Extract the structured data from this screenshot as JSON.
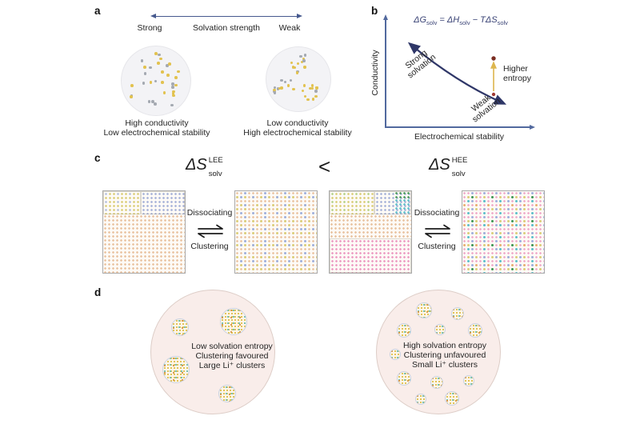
{
  "panels": {
    "a": {
      "label": "a",
      "scale": {
        "left": "Strong",
        "title": "Solvation strength",
        "right": "Weak"
      },
      "left_caption": {
        "line1": "High conductivity",
        "line2": "Low electrochemical stability"
      },
      "right_caption": {
        "line1": "Low conductivity",
        "line2": "High electrochemical stability"
      }
    },
    "b": {
      "label": "b",
      "equation": {
        "p1": "ΔG",
        "sub1": "solv",
        "p2": " = ",
        "p3": "ΔH",
        "sub2": "solv",
        "p4": " − ",
        "p5": "TΔS",
        "sub3": "solv"
      },
      "ylabel": "Conductivity",
      "xlabel": "Electrochemical stability",
      "strong_label": {
        "line1": "Strong",
        "line2": "solvation"
      },
      "weak_label": {
        "line1": "Weak",
        "line2": "solvation"
      },
      "entropy_label": {
        "line1": "Higher",
        "line2": "entropy"
      }
    },
    "c": {
      "label": "c",
      "lhs": {
        "base": "ΔS",
        "sup": "LEE",
        "sub": "solv"
      },
      "comparator": "<",
      "rhs": {
        "base": "ΔS",
        "sup": "HEE",
        "sub": "solv"
      },
      "process_left": {
        "top": "Dissociating",
        "bottom": "Clustering"
      },
      "process_right": {
        "top": "Dissociating",
        "bottom": "Clustering"
      }
    },
    "d": {
      "label": "d",
      "left_text": {
        "line1": "Low solvation entropy",
        "line2": "Clustering favoured",
        "line3": "Large Li⁺ clusters"
      },
      "right_text": {
        "line1": "High solvation entropy",
        "line2": "Clustering unfavoured",
        "line3": "Small Li⁺ clusters"
      }
    }
  },
  "colors": {
    "arrow_navy": "#46598e",
    "axis_blue": "#52699e",
    "curve_navy": "#2f3768",
    "equation_navy": "#3a4376",
    "text_dark": "#242424",
    "entropy_arrow_gold": "#ddb64e",
    "entropy_dot_dark": "#7b2e23",
    "entropy_dot_red": "#a03a33",
    "ion_yellow": "#e2c24f",
    "ion_gray": "#a4a9b1",
    "grid_orange": "#e9c3a1",
    "grid_yellow": "#dbcf7a",
    "grid_blue": "#a9b4d9",
    "grid_pink": "#ec9ac2",
    "grid_green": "#4d9d5e",
    "grid_teal": "#63c2cd",
    "solution_pink": "#f9edea",
    "cluster_cream": "#fdf5e9",
    "cluster_border": "#c9d2e2"
  }
}
